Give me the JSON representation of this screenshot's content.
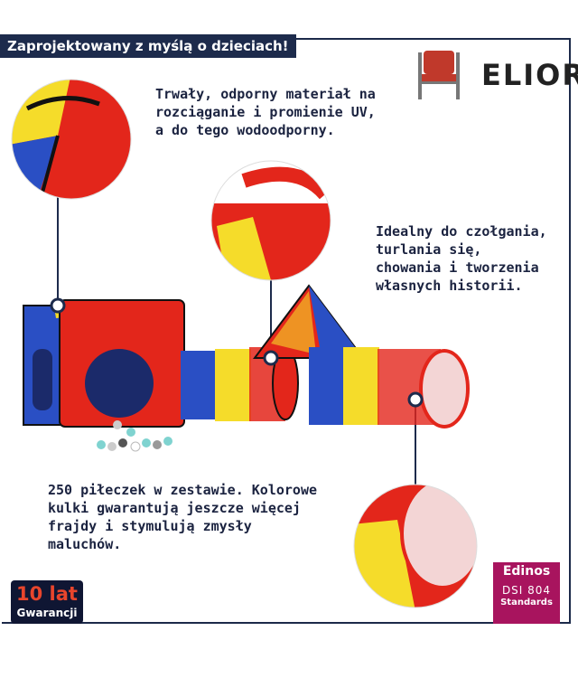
{
  "header": {
    "banner": "Zaprojektowany z myślą o dzieciach!"
  },
  "brand": {
    "name": "ELIOR",
    "icon": "chair-icon"
  },
  "features": {
    "durable": "Trwały, odporny materiał na\nrozciąganie i promienie UV,\na do tego wodoodporny.",
    "crawling": "Idealny do czołgania,\nturlania się,\nchowania i tworzenia\nwłasnych historii.",
    "balls": "250 piłeczek w zestawie. Kolorowe\nkulki gwarantują jeszcze więcej\nfrajdy i stymulują zmysły\nmaluchów."
  },
  "warranty": {
    "line1": "10 lat",
    "line2": "Gwarancji"
  },
  "certification": {
    "line1": "Edinos",
    "line2": "DSI 804",
    "line3": "Standards"
  },
  "colors": {
    "navy": "#1d2b4c",
    "red": "#e3261b",
    "yellow": "#f5dc2a",
    "blue": "#2a4fc4",
    "magenta": "#a8145e"
  }
}
